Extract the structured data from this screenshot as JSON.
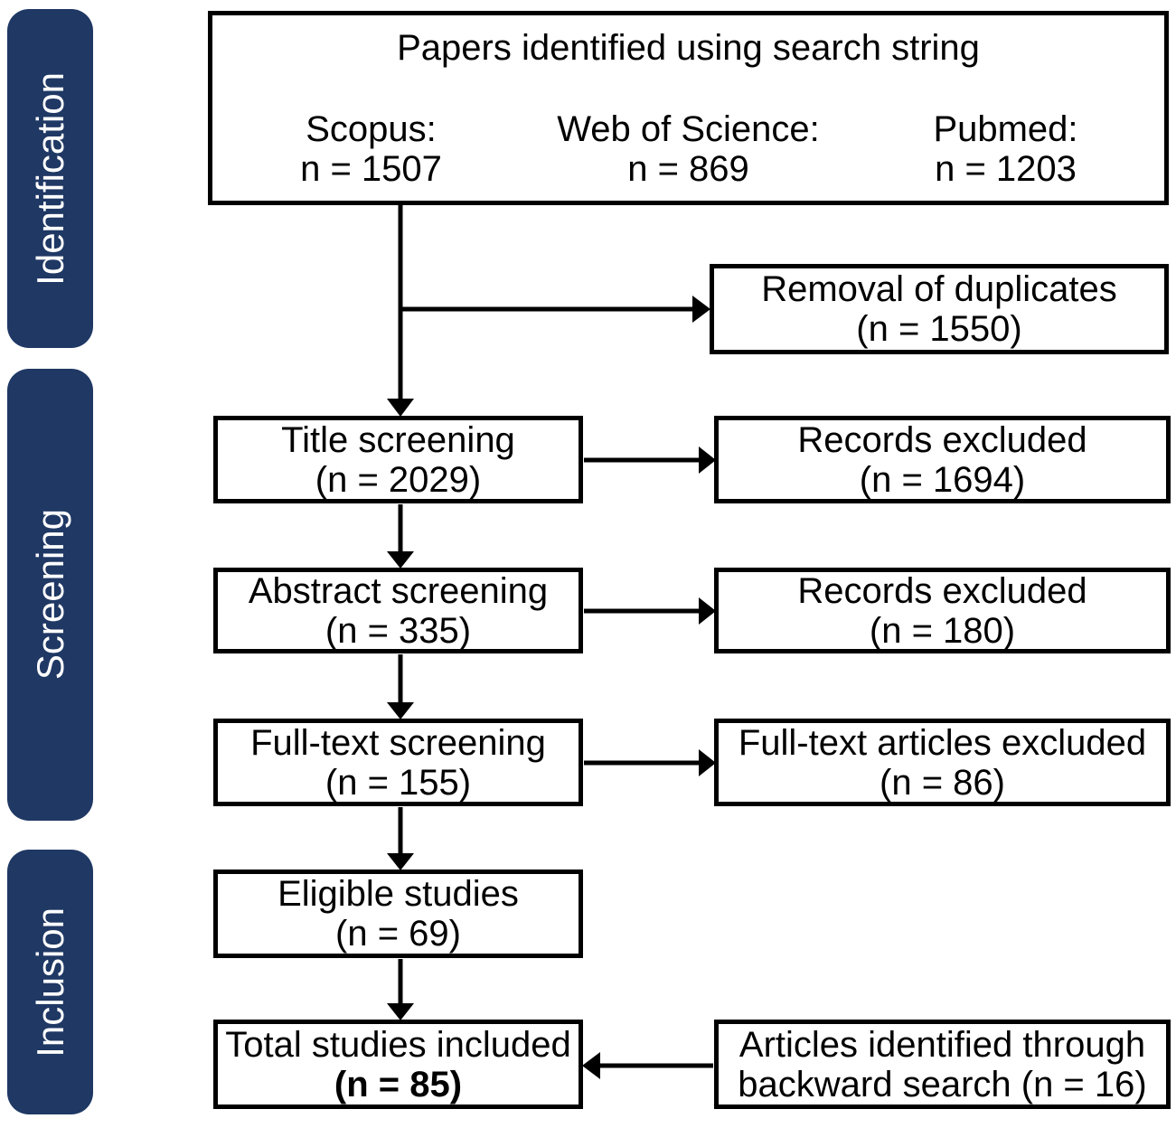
{
  "colors": {
    "stage_background": "#1f3864",
    "stage_text": "#ffffff",
    "box_border": "#000000",
    "box_text": "#000000",
    "background": "#ffffff"
  },
  "sidebar": {
    "stages": [
      {
        "label": "Identification"
      },
      {
        "label": "Screening"
      },
      {
        "label": "Inclusion"
      }
    ]
  },
  "flow": {
    "identified": {
      "title": "Papers identified using search string",
      "sources": [
        {
          "name": "Scopus:",
          "count": "n = 1507"
        },
        {
          "name": "Web of Science:",
          "count": "n = 869"
        },
        {
          "name": "Pubmed:",
          "count": "n = 1203"
        }
      ]
    },
    "duplicates": {
      "line1": "Removal of duplicates",
      "line2": "(n = 1550)"
    },
    "title_screening": {
      "line1": "Title screening",
      "line2": "(n = 2029)"
    },
    "excluded_title": {
      "line1": "Records excluded",
      "line2": "(n = 1694)"
    },
    "abstract_screening": {
      "line1": "Abstract screening",
      "line2": "(n = 335)"
    },
    "excluded_abstract": {
      "line1": "Records excluded",
      "line2": "(n = 180)"
    },
    "fulltext_screening": {
      "line1": "Full-text screening",
      "line2": "(n = 155)"
    },
    "fulltext_excluded": {
      "line1": "Full-text articles excluded",
      "line2": "(n = 86)"
    },
    "eligible": {
      "line1": "Eligible studies",
      "line2": "(n = 69)"
    },
    "total_included": {
      "line1": "Total studies included",
      "line2": "(n = 85)"
    },
    "backward_search": {
      "line1": "Articles identified through",
      "line2": "backward search (n = 16)"
    }
  }
}
